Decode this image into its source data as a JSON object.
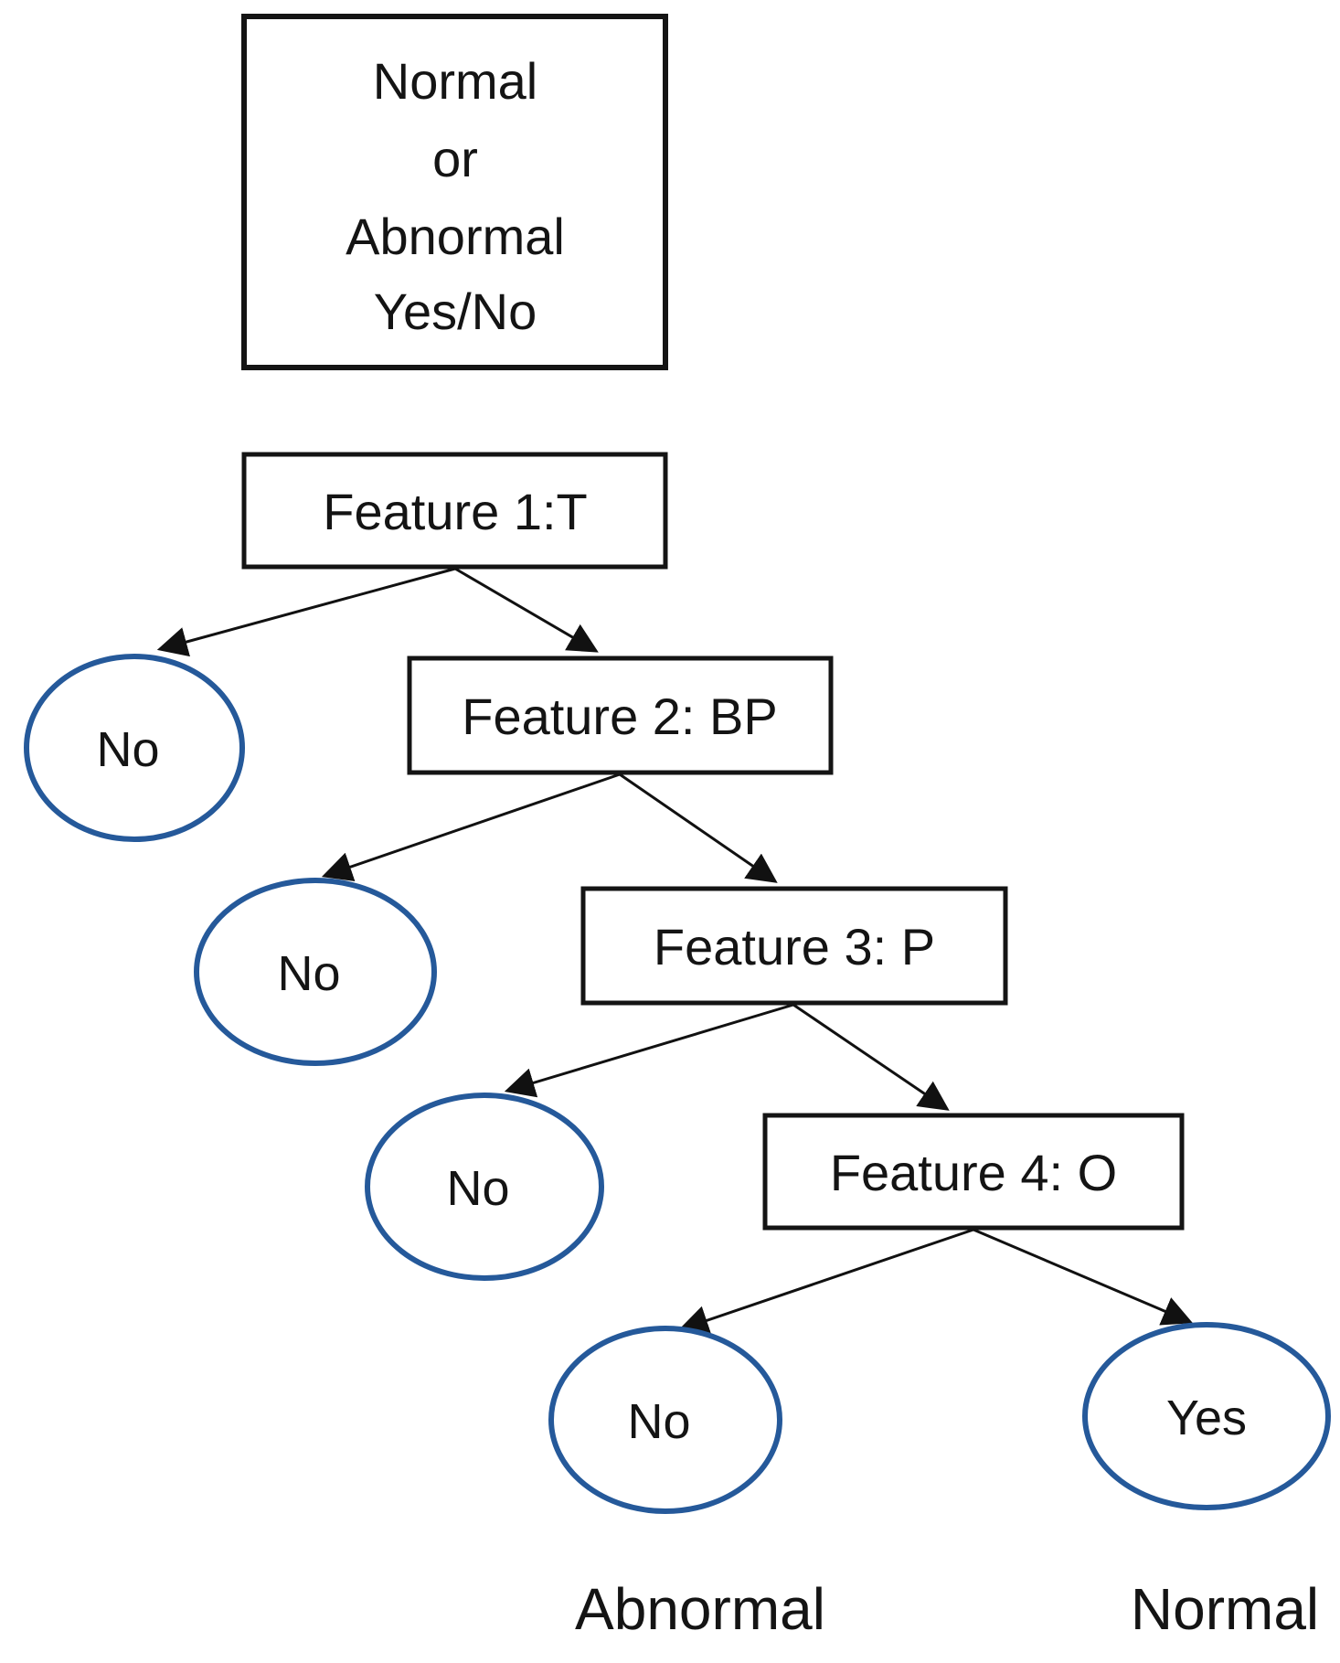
{
  "colors": {
    "box_border": "#141414",
    "ellipse_stroke": "#25599A",
    "text": "#141414",
    "arrow": "#111111",
    "background": "#ffffff"
  },
  "root_node": {
    "lines": [
      "Normal",
      "or",
      "Abnormal",
      "Yes/No"
    ]
  },
  "feature_nodes": [
    {
      "label": "Feature 1:T"
    },
    {
      "label": "Feature 2: BP"
    },
    {
      "label": "Feature 3: P"
    },
    {
      "label": "Feature 4: O"
    }
  ],
  "leaf_nodes": [
    {
      "label": "No"
    },
    {
      "label": "No"
    },
    {
      "label": "No"
    },
    {
      "label": "No"
    },
    {
      "label": "Yes"
    }
  ],
  "outcome_labels": [
    {
      "label": "Abnormal"
    },
    {
      "label": "Normal"
    }
  ]
}
